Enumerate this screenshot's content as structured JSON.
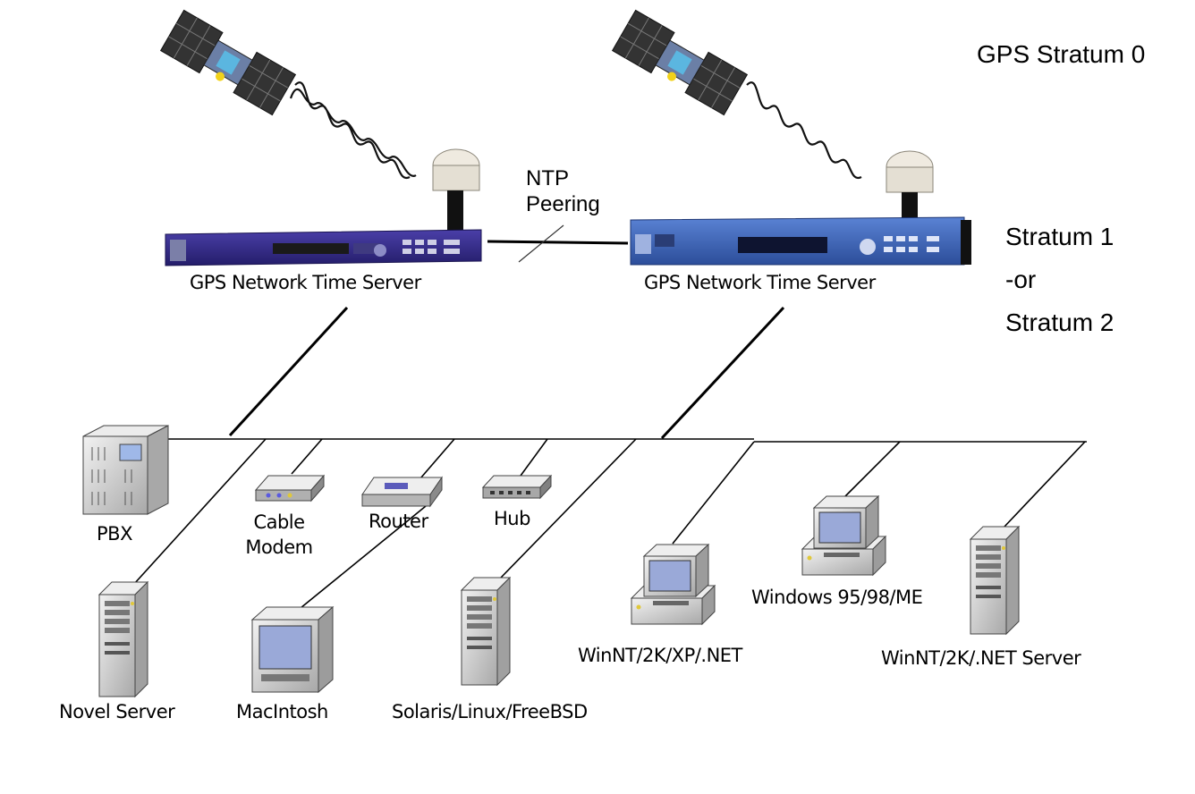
{
  "labels": {
    "stratum0": "GPS Stratum 0",
    "stratum1": "Stratum 1",
    "or": "-or",
    "stratum2": "Stratum 2",
    "ntp_line1": "NTP",
    "ntp_line2": "Peering",
    "server_left": "GPS Network Time Server",
    "server_right": "GPS Network Time Server"
  },
  "devices": {
    "pbx": "PBX",
    "cable_modem_1": "Cable",
    "cable_modem_2": "Modem",
    "router": "Router",
    "hub": "Hub",
    "novel": "Novel Server",
    "mac": "MacIntosh",
    "solaris": "Solaris/Linux/FreeBSD",
    "winnt": "WinNT/2K/XP/.NET",
    "win95": "Windows 95/98/ME",
    "winnt_server": "WinNT/2K/.NET Server"
  },
  "colors": {
    "line": "#000000",
    "server_left": "#3a2f86",
    "server_right": "#3b5fb0",
    "antenna": "#e8e3d6",
    "device": "#d6d6d6",
    "screen": "#9aa9d8"
  }
}
